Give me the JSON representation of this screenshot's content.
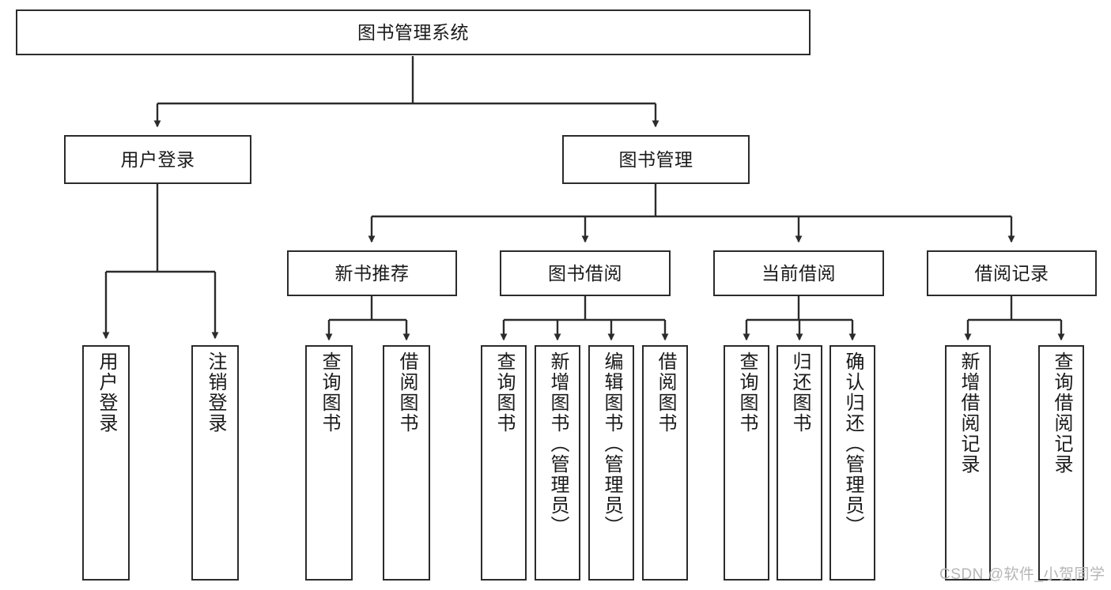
{
  "diagram": {
    "title": "图书管理系统",
    "type": "hierarchy-tree",
    "watermark": "CSDN @软件_小贺同学",
    "colors": {
      "box_border": "#2b2b2b",
      "box_fill": "#ffffff",
      "edge": "#2b2b2b",
      "text": "#1a1a1a",
      "watermark": "#b6b6b6",
      "background": "#ffffff"
    },
    "nodes": {
      "root": {
        "label": "图书管理系统"
      },
      "level2": [
        {
          "id": "user-login",
          "label": "用户登录"
        },
        {
          "id": "book-manage",
          "label": "图书管理"
        }
      ],
      "level3": [
        {
          "id": "new-book-recommend",
          "label": "新书推荐"
        },
        {
          "id": "book-borrow",
          "label": "图书借阅"
        },
        {
          "id": "current-borrow",
          "label": "当前借阅"
        },
        {
          "id": "borrow-record",
          "label": "借阅记录"
        }
      ],
      "leaves": {
        "user-login": [
          {
            "id": "leaf-user-login",
            "label": "用户登录"
          },
          {
            "id": "leaf-logout-login",
            "label": "注销登录"
          }
        ],
        "new-book-recommend": [
          {
            "id": "leaf-query-book-1",
            "label": "查询图书"
          },
          {
            "id": "leaf-borrow-book-1",
            "label": "借阅图书"
          }
        ],
        "book-borrow": [
          {
            "id": "leaf-query-book-2",
            "label": "查询图书"
          },
          {
            "id": "leaf-add-book",
            "label": "新增图书（管理员）"
          },
          {
            "id": "leaf-edit-book",
            "label": "编辑图书（管理员）"
          },
          {
            "id": "leaf-borrow-book-2",
            "label": "借阅图书"
          }
        ],
        "current-borrow": [
          {
            "id": "leaf-query-book-3",
            "label": "查询图书"
          },
          {
            "id": "leaf-return-book",
            "label": "归还图书"
          },
          {
            "id": "leaf-confirm-return",
            "label": "确认归还（管理员）"
          }
        ],
        "borrow-record": [
          {
            "id": "leaf-add-record",
            "label": "新增借阅记录"
          },
          {
            "id": "leaf-query-record",
            "label": "查询借阅记录"
          }
        ]
      }
    }
  }
}
